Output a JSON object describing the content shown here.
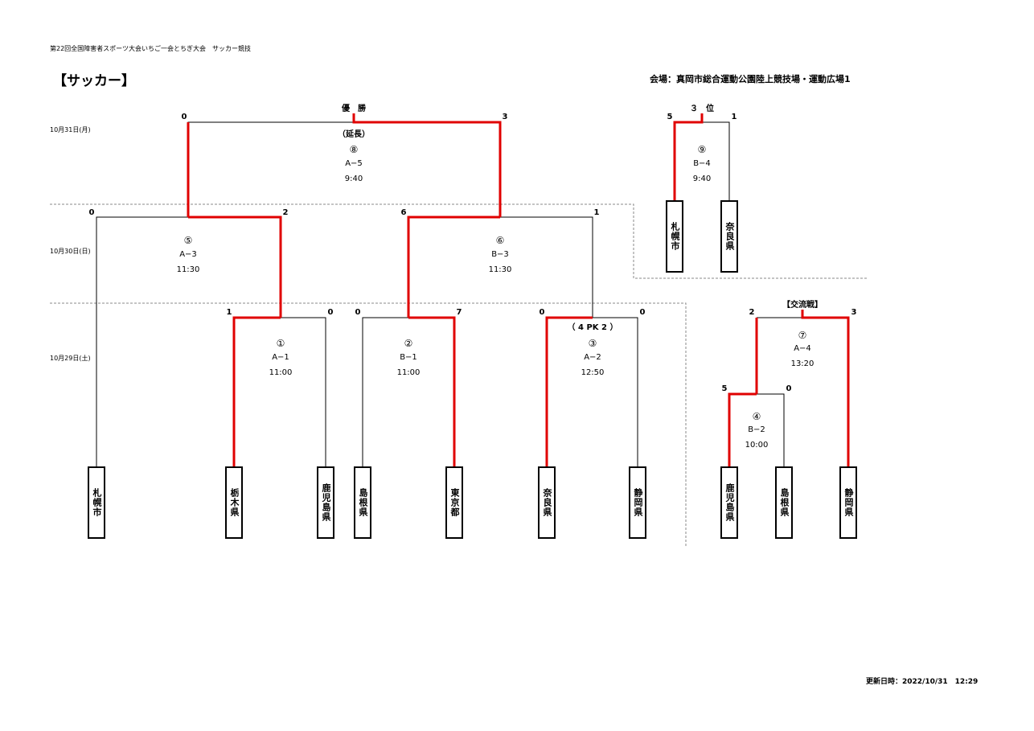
{
  "header": {
    "event_line": "第22回全国障害者スポーツ大会いちご一会とちぎ大会　サッカー競技",
    "title": "【サッカー】",
    "venue": "会場：真岡市総合運動公園陸上競技場・運動広場1"
  },
  "dates": {
    "day3": "10月31日(月)",
    "day2": "10月30日(日)",
    "day1": "10月29日(土)"
  },
  "teams": {
    "t1": "札幌市",
    "t2": "栃木県",
    "t3": "鹿児島県",
    "t4": "島根県",
    "t5": "東京都",
    "t6": "奈良県",
    "t7": "静岡県",
    "t8": "札幌市",
    "t9": "奈良県",
    "t10": "鹿児島県",
    "t11": "島根県",
    "t12": "静岡県"
  },
  "matches": {
    "m1": {
      "num": "①",
      "code": "A−1",
      "time": "11:00",
      "left": "1",
      "right": "0"
    },
    "m2": {
      "num": "②",
      "code": "B−1",
      "time": "11:00",
      "left": "0",
      "right": "7"
    },
    "m3": {
      "num": "③",
      "code": "A−2",
      "time": "12:50",
      "left": "0",
      "right": "0",
      "note": "（ 4 PK 2 ）"
    },
    "m4": {
      "num": "④",
      "code": "B−2",
      "time": "10:00",
      "left": "5",
      "right": "0"
    },
    "m5": {
      "num": "⑤",
      "code": "A−3",
      "time": "11:30",
      "left": "0",
      "right": "2"
    },
    "m6": {
      "num": "⑥",
      "code": "B−3",
      "time": "11:30",
      "left": "6",
      "right": "1"
    },
    "m7": {
      "num": "⑦",
      "code": "A−4",
      "time": "13:20",
      "left": "2",
      "right": "3",
      "label": "【交流戦】"
    },
    "m8": {
      "num": "⑧",
      "code": "A−5",
      "time": "9:40",
      "left": "0",
      "right": "3",
      "note": "（延長）",
      "label": "優　勝"
    },
    "m9": {
      "num": "⑨",
      "code": "B−4",
      "time": "9:40",
      "left": "5",
      "right": "1",
      "label": "３　位"
    }
  },
  "footer": {
    "updated": "更新日時：2022/10/31　12:29"
  },
  "colors": {
    "winner_line": "#e00000",
    "line": "#000000",
    "dashed": "#888888"
  }
}
